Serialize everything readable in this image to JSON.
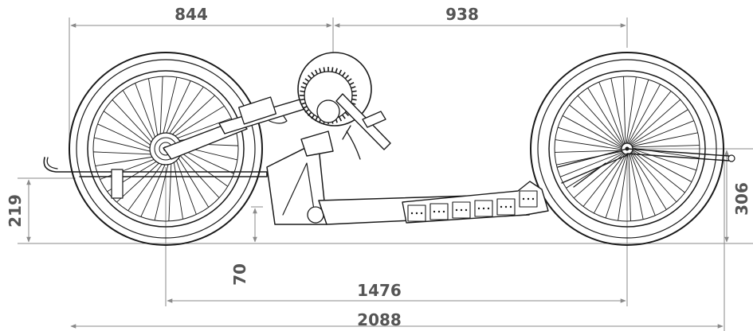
{
  "dimensions": {
    "top_left": "844",
    "top_right": "938",
    "left_height": "219",
    "right_height": "306",
    "ground_clearance": "70",
    "wheelbase": "1476",
    "overall_length": "2088"
  },
  "colors": {
    "line": "#1a1a1a",
    "dimension_line": "#8a8a8a",
    "dimension_text": "#555555",
    "background": "#ffffff"
  }
}
